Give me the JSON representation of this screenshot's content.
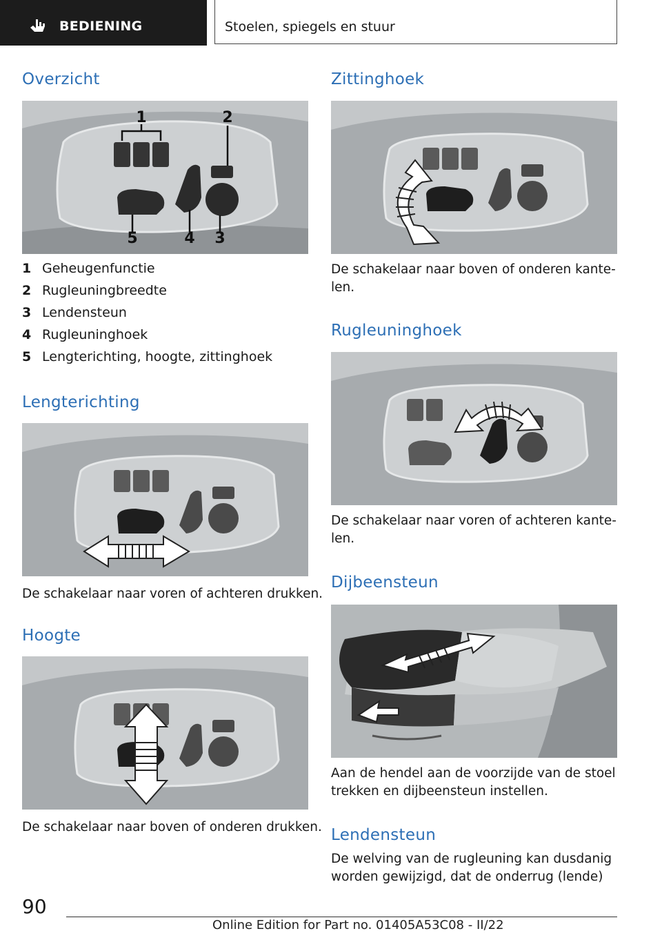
{
  "header": {
    "section": "BEDIENING",
    "topic": "Stoelen, spiegels en stuur"
  },
  "overzicht": {
    "title": "Overzicht",
    "callouts": [
      "1",
      "2",
      "3",
      "4",
      "5"
    ],
    "items": [
      {
        "num": "1",
        "label": "Geheugenfunctie"
      },
      {
        "num": "2",
        "label": "Rugleuningbreedte"
      },
      {
        "num": "3",
        "label": "Lendensteun"
      },
      {
        "num": "4",
        "label": "Rugleuninghoek"
      },
      {
        "num": "5",
        "label": "Lengterichting, hoogte, zittinghoek"
      }
    ]
  },
  "lengterichting": {
    "title": "Lengterichting",
    "text": "De schakelaar naar voren of achteren drukken."
  },
  "hoogte": {
    "title": "Hoogte",
    "text": "De schakelaar naar boven of onderen drukken."
  },
  "zittinghoek": {
    "title": "Zittinghoek",
    "text_1": "De schakelaar naar boven of onderen kante-",
    "text_2": "len."
  },
  "rugleuninghoek": {
    "title": "Rugleuninghoek",
    "text_1": "De schakelaar naar voren of achteren kante-",
    "text_2": "len."
  },
  "dijbeensteun": {
    "title": "Dijbeensteun",
    "text_1": "Aan de hendel aan de voorzijde van de stoel",
    "text_2": "trekken en dijbeensteun instellen."
  },
  "lendensteun": {
    "title": "Lendensteun",
    "text_1": "De welving van de rugleuning kan dusdanig",
    "text_2": "worden gewijzigd, dat de onderrug (lende)"
  },
  "footer": {
    "page_number": "90",
    "edition": "Online Edition for Part no. 01405A53C08 - II/22"
  }
}
